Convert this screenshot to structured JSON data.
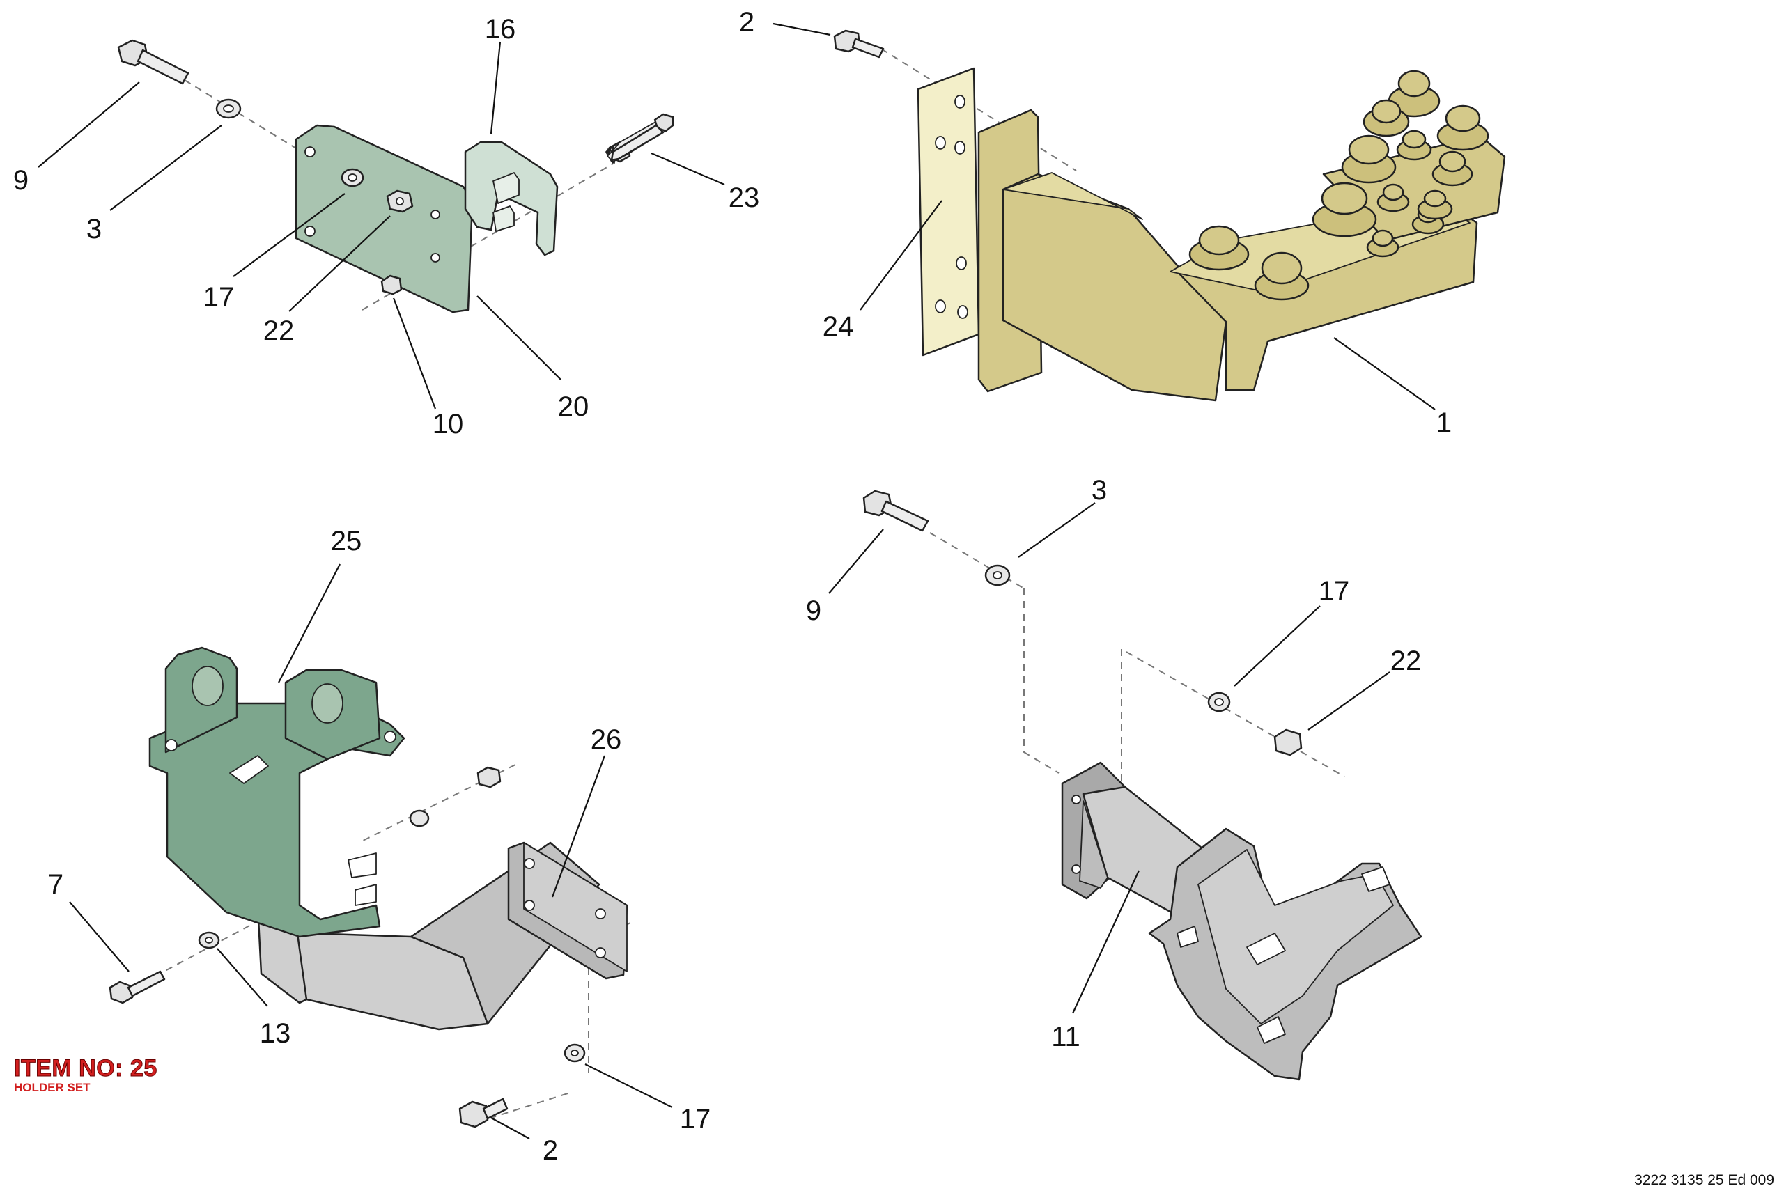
{
  "diagram": {
    "item_title": "ITEM NO: 25",
    "item_subtitle": "HOLDER SET",
    "document_ref": "3222 3135 25 Ed 009",
    "colors": {
      "green_light": "#a9c4b0",
      "green_dark": "#7da68d",
      "yellow_part": "#d4c98a",
      "yellow_plate": "#f3efc9",
      "grey_part": "#cfcfcf",
      "grey_dark": "#a9a9a9",
      "item_label": "#d21f1f"
    },
    "callouts": {
      "tl_16": "16",
      "tl_9": "9",
      "tl_3": "3",
      "tl_23": "23",
      "tl_17": "17",
      "tl_22": "22",
      "tl_10": "10",
      "tl_20": "20",
      "tr_2": "2",
      "tr_24": "24",
      "tr_1": "1",
      "bl_25": "25",
      "bl_26": "26",
      "bl_7": "7",
      "bl_13": "13",
      "bl_17": "17",
      "bl_2": "2",
      "br_3": "3",
      "br_9": "9",
      "br_17": "17",
      "br_22": "22",
      "br_11": "11"
    }
  }
}
